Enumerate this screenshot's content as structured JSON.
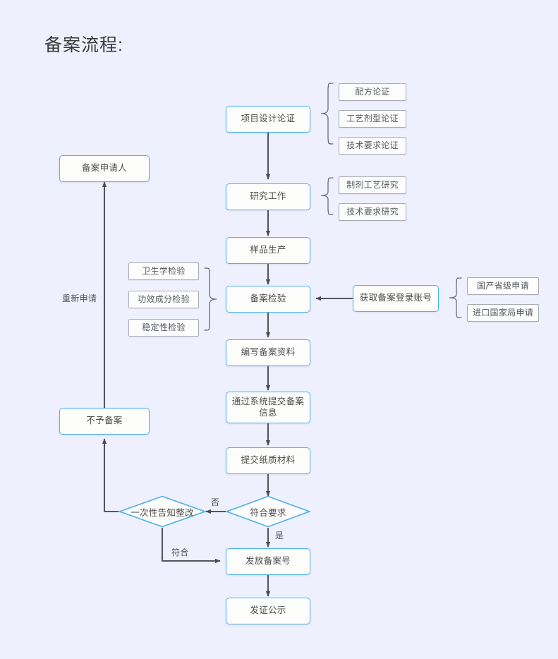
{
  "page": {
    "title": "备案流程:",
    "background_color": "#eef0fd",
    "node_border_color": "#4fb3e8",
    "sub_node_border_color": "#a9acb3",
    "line_color": "#55575e"
  },
  "nodes": {
    "project_design": "项目设计论证",
    "research_work": "研究工作",
    "sample_production": "样品生产",
    "record_inspection": "备案检验",
    "write_materials": "编写备案资料",
    "submit_system": "通过系统提交备案信息",
    "submit_paper": "提交纸质材料",
    "issue_number": "发放备案号",
    "certificate_publicity": "发证公示",
    "applicant": "备案申请人",
    "no_record": "不予备案",
    "get_account": "获取备案登录账号"
  },
  "decisions": {
    "meets_requirements": "符合要求",
    "one_time_notice": "一次性告知整改"
  },
  "sub_groups": {
    "project_design_items": [
      "配方论证",
      "工艺剂型论证",
      "技术要求论证"
    ],
    "research_work_items": [
      "制剂工艺研究",
      "技术要求研究"
    ],
    "inspection_items": [
      "卫生学检验",
      "功效成分检验",
      "稳定性检验"
    ],
    "account_items": [
      "国产省级申请",
      "进口国家局申请"
    ]
  },
  "edge_labels": {
    "reapply": "重新申请",
    "no": "否",
    "yes": "是",
    "conform": "符合"
  }
}
